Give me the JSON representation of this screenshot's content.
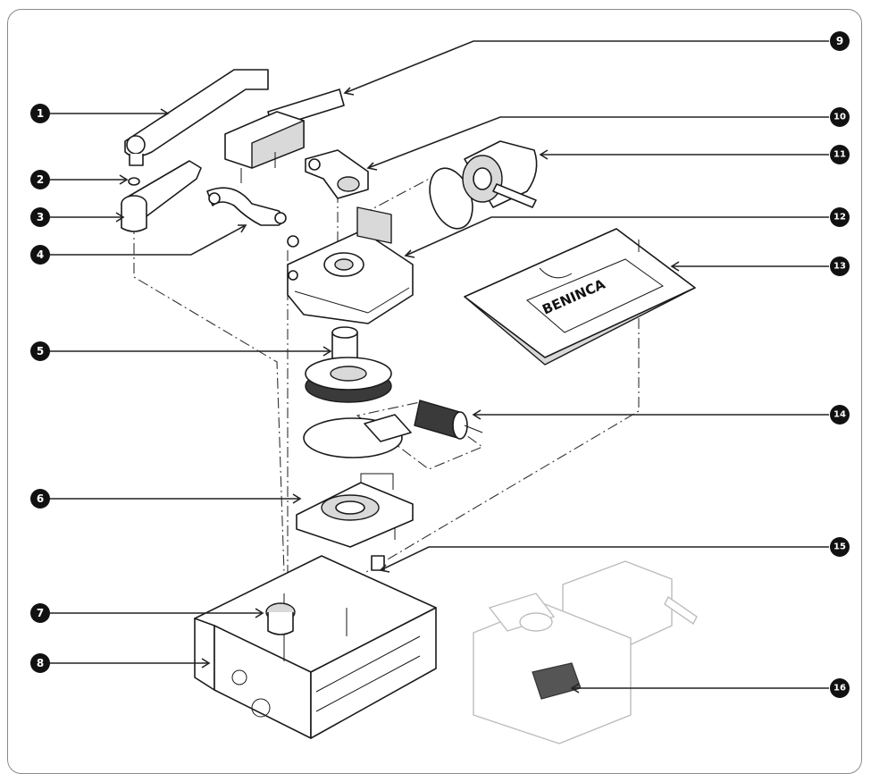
{
  "callouts": [
    {
      "number": "1"
    },
    {
      "number": "2"
    },
    {
      "number": "3"
    },
    {
      "number": "4"
    },
    {
      "number": "5"
    },
    {
      "number": "6"
    },
    {
      "number": "7"
    },
    {
      "number": "8"
    },
    {
      "number": "9"
    },
    {
      "number": "10"
    },
    {
      "number": "11"
    },
    {
      "number": "12"
    },
    {
      "number": "13"
    },
    {
      "number": "14"
    },
    {
      "number": "15"
    },
    {
      "number": "16"
    }
  ],
  "cover_logo_text": "BENINCA",
  "colors": {
    "badge": "#111111",
    "line": "#222222",
    "frame": "#8a8a8a"
  }
}
